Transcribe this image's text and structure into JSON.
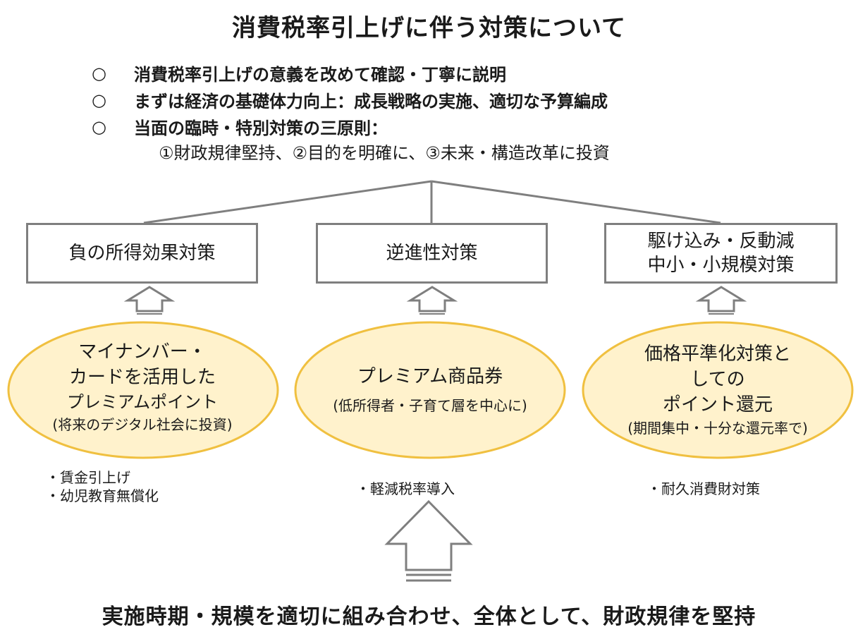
{
  "title": "消費税率引上げに伴う対策について",
  "principles": {
    "bullet_symbol": "○",
    "items": [
      "消費税率引上げの意義を改めて確認・丁寧に説明",
      "まずは経済の基礎体力向上：成長戦略の実施、適切な予算編成",
      "当面の臨時・特別対策の三原則："
    ],
    "sub_text": "①財政規律堅持、②目的を明確に、③未来・構造改革に投資"
  },
  "boxes": [
    {
      "lines": [
        "負の所得効果対策"
      ]
    },
    {
      "lines": [
        "逆進性対策"
      ]
    },
    {
      "lines": [
        "駆け込み・反動減",
        "中小・小規模対策"
      ]
    }
  ],
  "ovals": [
    {
      "big": [
        "マイナンバー・",
        "カードを活用した"
      ],
      "mid": "プレミアムポイント",
      "small": "(将来のデジタル社会に投資)"
    },
    {
      "big": [
        "プレミアム商品券"
      ],
      "small": "(低所得者・子育て層を中心に)"
    },
    {
      "big": [
        "価格平準化対策と",
        "しての",
        "ポイント還元"
      ],
      "small": "(期間集中・十分な還元率で)"
    }
  ],
  "notes": [
    [
      "・賃金引上げ",
      "・幼児教育無償化"
    ],
    [
      "・軽減税率導入"
    ],
    [
      "・耐久消費財対策"
    ]
  ],
  "bottom_text": "実施時期・規模を適切に組み合わせ、全体として、財政規律を堅持",
  "colors": {
    "line": "#7F7F7F",
    "oval_fill": "#FFF2CC",
    "oval_stroke": "#F0C040",
    "text": "#1a1a1a"
  }
}
